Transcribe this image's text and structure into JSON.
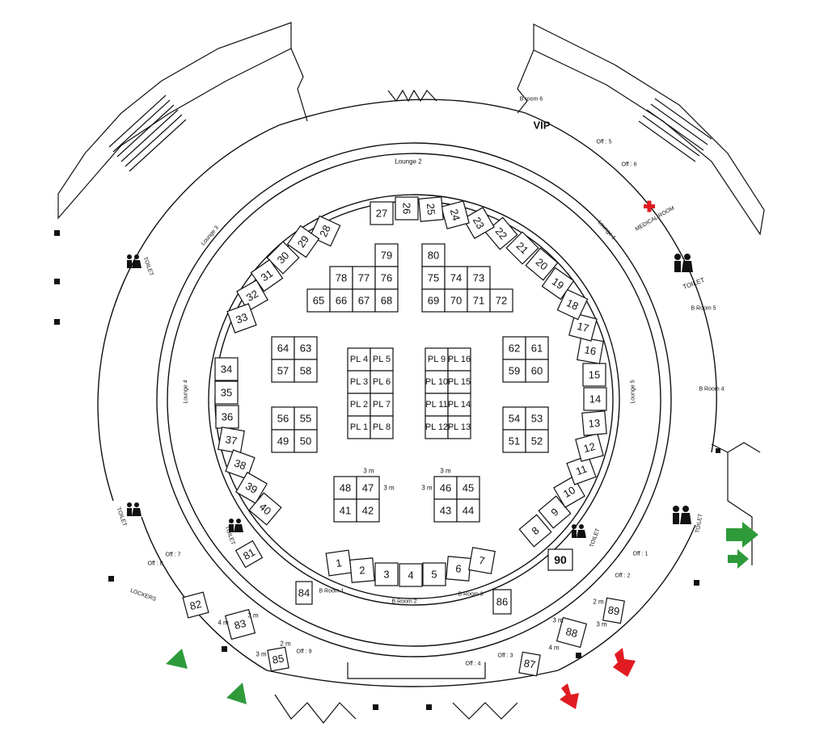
{
  "rooms": {
    "lounge_1": "Lounge 1",
    "lounge_2": "Lounge 2",
    "lounge_3": "Lounge 3",
    "lounge_4": "Lounge 4",
    "lounge_5": "Lounge 5",
    "b_room_1": "B Room 1",
    "b_room_2": "B Room 2",
    "b_room_3": "B Room 3",
    "b_room_4": "B Room 4",
    "b_room_5": "B Room 5",
    "b_room_6": "B room 6",
    "vip": "VIP",
    "medical": "MEDICAL ROOM",
    "toilet": "TOILET",
    "off_1": "Off : 1",
    "off_2": "Off : 2",
    "off_3": "Off : 3",
    "off_4": "Off : 4",
    "off_5": "Off : 5",
    "off_6": "Off : 6",
    "off_7": "Off : 7",
    "off_8": "Off : 8",
    "off_9": "Off : 9",
    "lift": "LOCKERS"
  },
  "booths": {
    "ring": [
      "1",
      "2",
      "3",
      "4",
      "5",
      "6",
      "7",
      "8",
      "9",
      "10",
      "11",
      "12",
      "13",
      "14",
      "15",
      "16",
      "17",
      "18",
      "19",
      "20",
      "21",
      "22",
      "23",
      "24",
      "25",
      "26",
      "27",
      "28",
      "29",
      "30",
      "31",
      "32",
      "33",
      "34",
      "35",
      "36",
      "37",
      "38",
      "39",
      "40"
    ],
    "center": [
      "41",
      "42",
      "43",
      "44",
      "45",
      "46",
      "47",
      "48",
      "49",
      "50",
      "51",
      "52",
      "53",
      "54",
      "55",
      "56",
      "57",
      "58",
      "59",
      "60",
      "61",
      "62",
      "63",
      "64",
      "65",
      "66",
      "67",
      "68",
      "69",
      "70",
      "71",
      "72",
      "73",
      "74",
      "75",
      "76",
      "77",
      "78",
      "79",
      "80"
    ],
    "outer": [
      "81",
      "82",
      "83",
      "84",
      "85",
      "86",
      "87",
      "88",
      "89",
      "90"
    ],
    "pl": [
      "PL 1",
      "PL 2",
      "PL 3",
      "PL 4",
      "PL 5",
      "PL 6",
      "PL 7",
      "PL 8",
      "PL 9",
      "PL 10",
      "PL 11",
      "PL 12",
      "PL 13",
      "PL 14",
      "PL 15",
      "PL 16"
    ]
  },
  "dimensions": {
    "three_m": "3 m",
    "two_m": "2 m",
    "four_m": "4 m"
  },
  "colors": {
    "entry_arrow": "#2e9a3a",
    "exit_arrow": "#e11b22",
    "medical_cross": "#e11b22",
    "line": "#111111"
  },
  "icons": {
    "toilet": "toilet-icon",
    "medical": "medical-cross-icon",
    "entry": "entry-arrow-icon",
    "exit": "exit-arrow-icon"
  }
}
